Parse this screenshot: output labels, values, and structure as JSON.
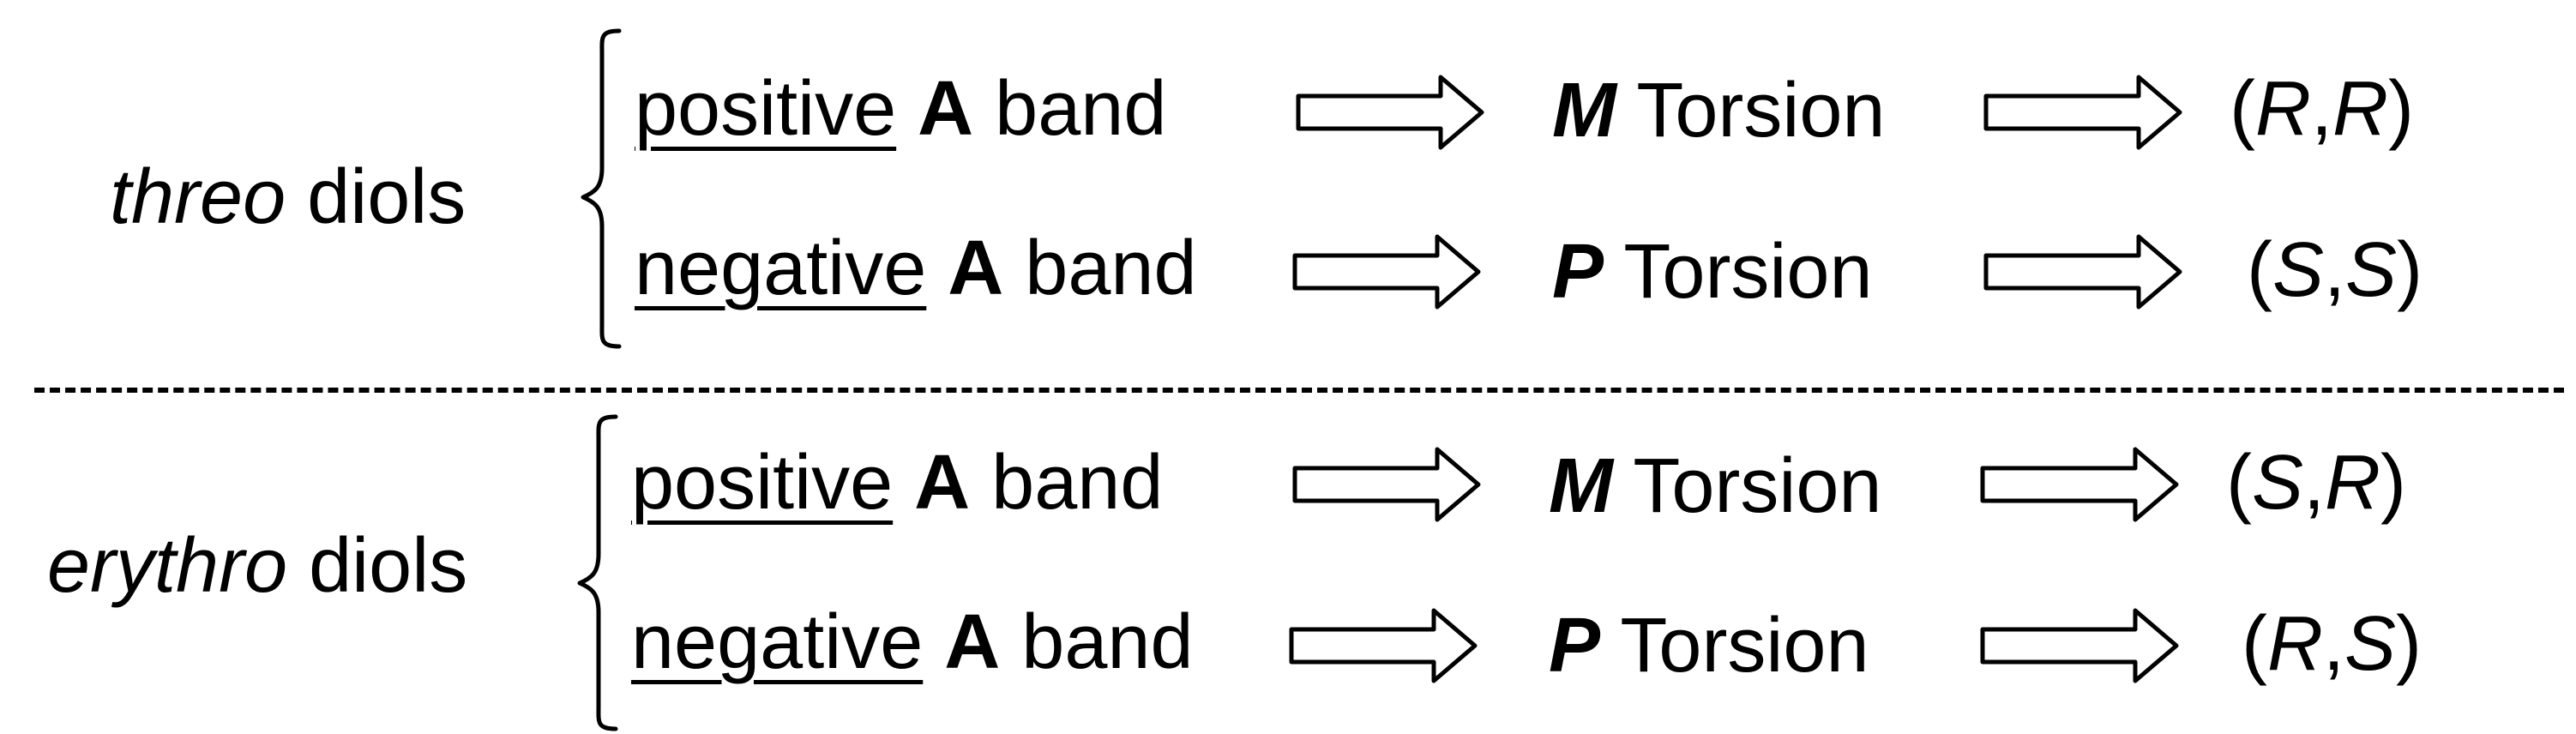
{
  "groups": [
    {
      "label_italic": "threo",
      "label_rest": " diols",
      "rows": [
        {
          "sign": "positive",
          "band_letter": "A",
          "band_word": " band",
          "torsion_letter": "M",
          "torsion_word": " Torsion",
          "config": "(R,R)",
          "config_parts": [
            "(",
            "R",
            ",",
            "R",
            ")"
          ]
        },
        {
          "sign": "negative",
          "band_letter": "A",
          "band_word": " band",
          "torsion_letter": "P",
          "torsion_word": " Torsion",
          "config": "(S,S)",
          "config_parts": [
            "(",
            "S",
            ",",
            "S",
            ")"
          ]
        }
      ]
    },
    {
      "label_italic": "erythro",
      "label_rest": " diols",
      "rows": [
        {
          "sign": "positive",
          "band_letter": "A",
          "band_word": " band",
          "torsion_letter": "M",
          "torsion_word": " Torsion",
          "config": "(S,R)",
          "config_parts": [
            "(",
            "S",
            ",",
            "R",
            ")"
          ]
        },
        {
          "sign": "negative",
          "band_letter": "A",
          "band_word": " band",
          "torsion_letter": "P",
          "torsion_word": " Torsion",
          "config": "(R,S)",
          "config_parts": [
            "(",
            "R",
            ",",
            "S",
            ")"
          ]
        }
      ]
    }
  ],
  "colors": {
    "ink": "#000000",
    "background": "#ffffff"
  },
  "icons": {
    "arrow": "double-line-right-arrow-icon",
    "brace": "left-curly-brace-icon"
  }
}
